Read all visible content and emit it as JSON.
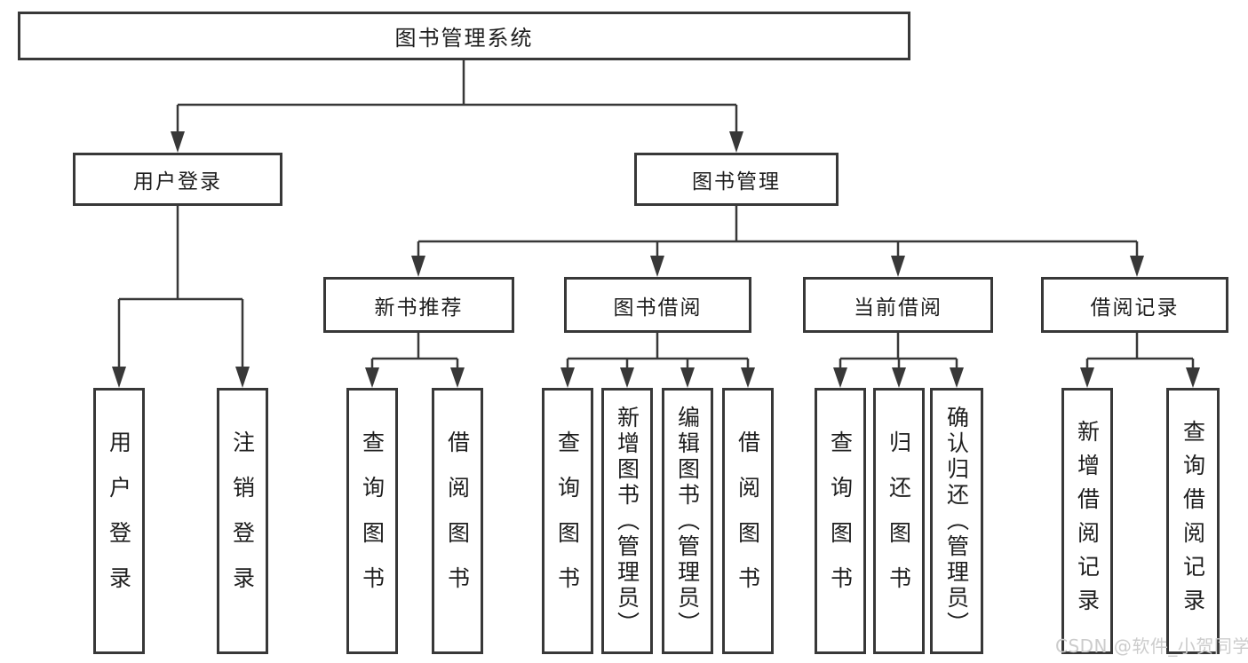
{
  "diagram": {
    "title": "图书管理系统",
    "tree": {
      "label": "图书管理系统",
      "children": [
        {
          "label": "用户登录",
          "children": [
            {
              "label": "用户登录"
            },
            {
              "label": "注销登录"
            }
          ]
        },
        {
          "label": "图书管理",
          "children": [
            {
              "label": "新书推荐",
              "children": [
                {
                  "label": "查询图书"
                },
                {
                  "label": "借阅图书"
                }
              ]
            },
            {
              "label": "图书借阅",
              "children": [
                {
                  "label": "查询图书"
                },
                {
                  "label": "新增图书（管理员）"
                },
                {
                  "label": "编辑图书（管理员）"
                },
                {
                  "label": "借阅图书"
                }
              ]
            },
            {
              "label": "当前借阅",
              "children": [
                {
                  "label": "查询图书"
                },
                {
                  "label": "归还图书"
                },
                {
                  "label": "确认归还（管理员）"
                }
              ]
            },
            {
              "label": "借阅记录",
              "children": [
                {
                  "label": "新增借阅记录"
                },
                {
                  "label": "查询借阅记录"
                }
              ]
            }
          ]
        }
      ]
    },
    "watermark": "CSDN @软件_小贺同学",
    "colors": {
      "line": "#383838",
      "box_border": "#383838",
      "text": "#1e1e1e",
      "watermark": "#cccccc",
      "background": "#ffffff"
    }
  }
}
